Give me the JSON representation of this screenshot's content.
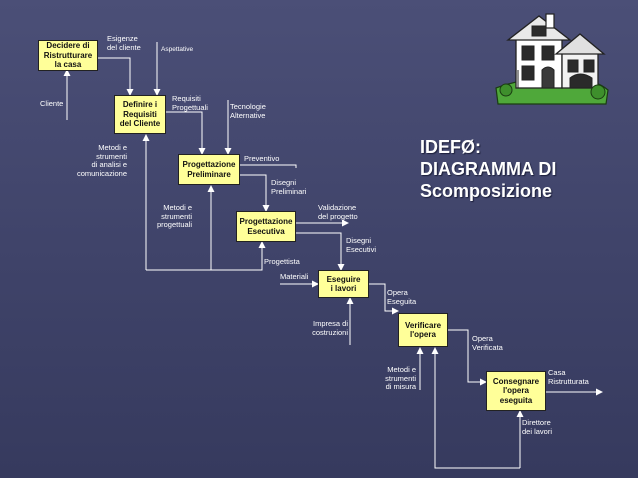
{
  "title": "IDEFØ:\nDIAGRAMMA DI\nScomposizione",
  "boxes": {
    "decidere": "Decidere di\nRistrutturare\nla casa",
    "definire": "Definire i\nRequisiti\ndel Cliente",
    "preliminare": "Progettazione\nPreliminare",
    "esecutiva": "Progettazione\nEsecutiva",
    "eseguire": "Eseguire\ni lavori",
    "verificare": "Verificare\nl'opera",
    "consegnare": "Consegnare\nl'opera\neseguita"
  },
  "labels": {
    "esigenze": "Esigenze\ndel cliente",
    "aspettative": "Aspettative",
    "cliente": "Cliente",
    "requisiti": "Requisiti\nProgettuali",
    "tecnologie": "Tecnologie\nAlternative",
    "metodi_analisi": "Metodi e\nstrumenti\ndi analisi e\ncomunicazione",
    "preventivo": "Preventivo",
    "disegni_prel": "Disegni\nPreliminari",
    "metodi_prog": "Metodi e\nstrumenti\nprogettuali",
    "validazione": "Validazione\ndel progetto",
    "disegni_esec": "Disegni\nEsecutivi",
    "progettista": "Progettista",
    "materiali": "Materiali",
    "opera_eseguita": "Opera\nEseguita",
    "impresa": "Impresa di\ncostruzioni",
    "opera_verificata": "Opera\nVerificata",
    "metodi_misura": "Metodi e\nstrumenti\ndi misura",
    "casa": "Casa\nRistrutturata",
    "direttore": "Direttore\ndei lavori"
  },
  "colors": {
    "background": "#43476e",
    "box_fill": "#ffff99",
    "lines": "#ffffff",
    "text": "#ffffff"
  },
  "icons": [
    "house-clipart-icon"
  ]
}
